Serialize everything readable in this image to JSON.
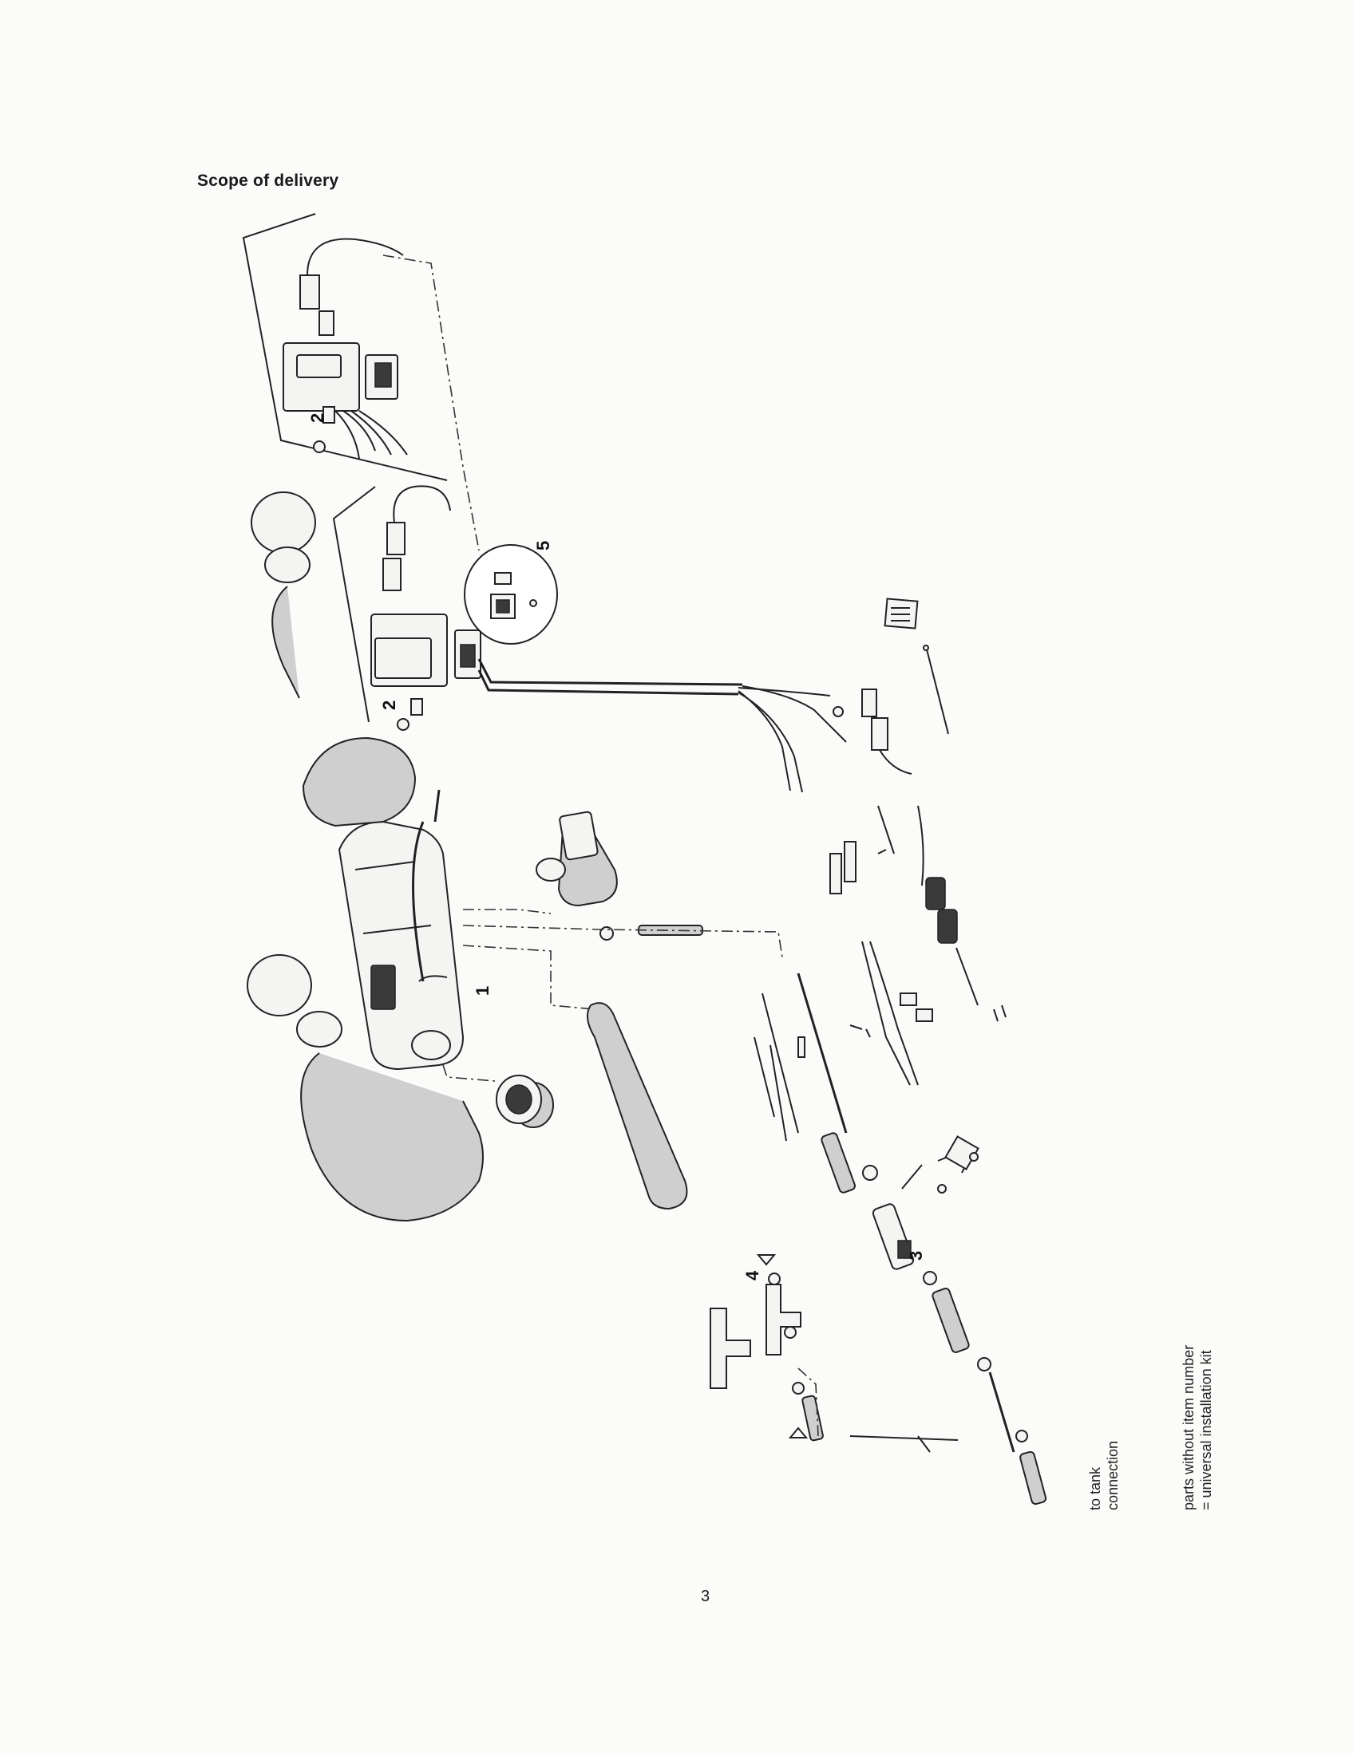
{
  "page": {
    "title": "Scope of delivery",
    "page_number": "3"
  },
  "item_numbers": [
    "1",
    "2",
    "2",
    "3",
    "4",
    "5"
  ],
  "notes": {
    "tank_line1": "to tank",
    "tank_line2": "connection",
    "parts_line1": "parts without item number",
    "parts_line2": "= universal installation kit"
  }
}
